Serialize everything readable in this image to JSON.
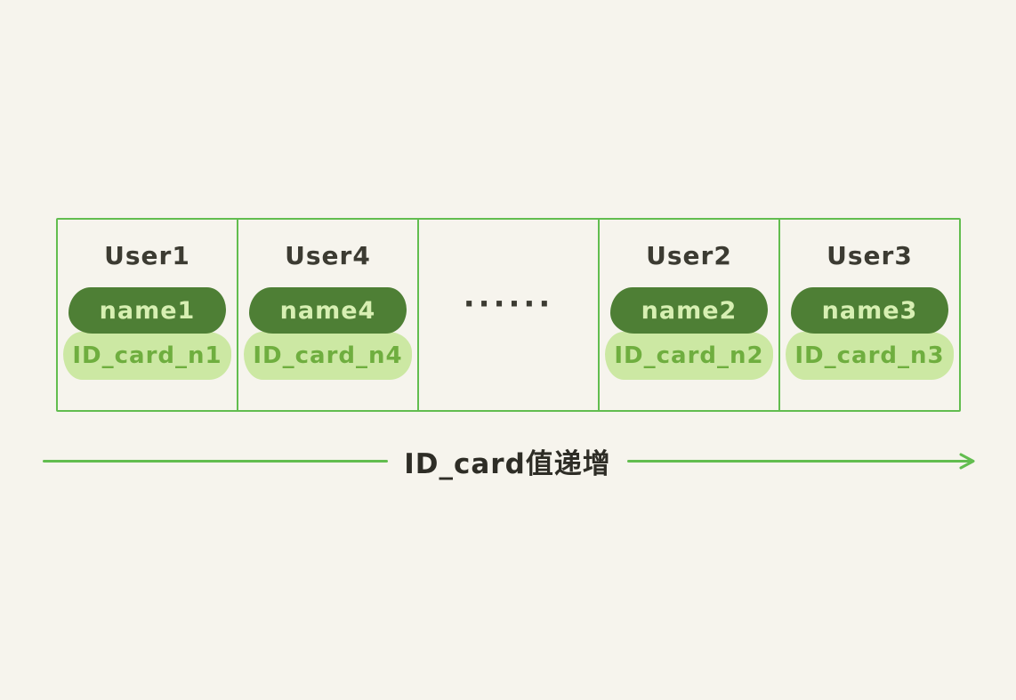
{
  "diagram": {
    "cells": [
      {
        "user": "User1",
        "name": "name1",
        "id_card": "ID_card_n1"
      },
      {
        "user": "User4",
        "name": "name4",
        "id_card": "ID_card_n4"
      },
      {
        "ellipsis": "······"
      },
      {
        "user": "User2",
        "name": "name2",
        "id_card": "ID_card_n2"
      },
      {
        "user": "User3",
        "name": "name3",
        "id_card": "ID_card_n3"
      }
    ],
    "arrow_label": "ID_card值递增",
    "colors": {
      "background": "#f6f4ed",
      "border_green": "#62bd4f",
      "name_pill_bg": "#4e7f35",
      "name_pill_text": "#d7efb2",
      "id_pill_bg": "#cce8a3",
      "id_pill_text": "#6fae3f",
      "text_dark": "#3c3b32"
    }
  }
}
